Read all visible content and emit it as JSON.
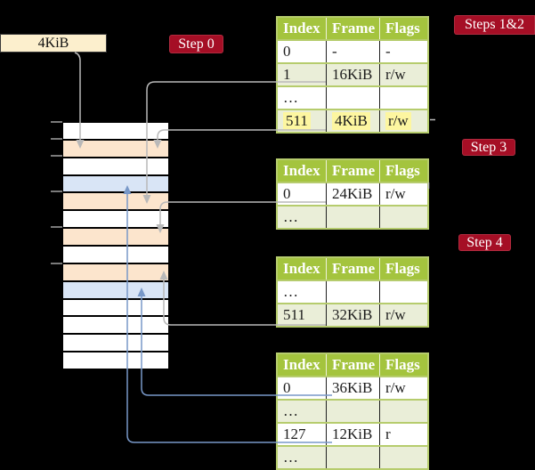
{
  "colors": {
    "background": "#000000",
    "badge_red": "#a50e25",
    "badge_text": "#ffffff",
    "table_header_green": "#a4c43e",
    "table_border_green": "#b6cc6d",
    "table_row_green": "#eaeed8",
    "table_row_white": "#ffffff",
    "highlight_yellow": "#fdf6a0",
    "memory_orange": "#fce5cd",
    "memory_blue": "#d9e5f6",
    "memory_white": "#ffffff",
    "gray_line": "#b9b9b9",
    "blue_line": "#7898c8",
    "frame_box_fill": "#fcefcd"
  },
  "labels": {
    "frame_size": "4KiB",
    "step0": "Step 0",
    "steps12": "Steps 1&2",
    "step3": "Step 3",
    "step4": "Step 4"
  },
  "memory": {
    "rows": [
      "white",
      "orange",
      "white",
      "blue",
      "orange",
      "white",
      "orange",
      "white",
      "orange",
      "blue",
      "white",
      "white",
      "white",
      "white"
    ]
  },
  "tables": [
    {
      "name": "table-steps-1-2",
      "headers": [
        "Index",
        "Frame",
        "Flags"
      ],
      "rows": [
        {
          "cells": [
            "0",
            "-",
            "-"
          ],
          "highlight": false
        },
        {
          "cells": [
            "1",
            "16KiB",
            "r/w"
          ],
          "highlight": false
        },
        {
          "cells": [
            "…",
            "",
            ""
          ],
          "highlight": false
        },
        {
          "cells": [
            "511",
            "4KiB",
            "r/w"
          ],
          "highlight": true
        }
      ]
    },
    {
      "name": "table-step-3",
      "headers": [
        "Index",
        "Frame",
        "Flags"
      ],
      "rows": [
        {
          "cells": [
            "0",
            "24KiB",
            "r/w"
          ],
          "highlight": false
        },
        {
          "cells": [
            "…",
            "",
            ""
          ],
          "highlight": false
        }
      ]
    },
    {
      "name": "table-step-4",
      "headers": [
        "Index",
        "Frame",
        "Flags"
      ],
      "rows": [
        {
          "cells": [
            "…",
            "",
            ""
          ],
          "highlight": false
        },
        {
          "cells": [
            "511",
            "32KiB",
            "r/w"
          ],
          "highlight": false
        }
      ]
    },
    {
      "name": "table-final",
      "headers": [
        "Index",
        "Frame",
        "Flags"
      ],
      "rows": [
        {
          "cells": [
            "0",
            "36KiB",
            "r/w"
          ],
          "highlight": false
        },
        {
          "cells": [
            "…",
            "",
            ""
          ],
          "highlight": false
        },
        {
          "cells": [
            "127",
            "12KiB",
            "r"
          ],
          "highlight": false
        },
        {
          "cells": [
            "…",
            "",
            ""
          ],
          "highlight": false
        }
      ]
    }
  ],
  "connections": [
    {
      "from": "frame-size-box",
      "to": "memory-row-2",
      "color": "gray"
    },
    {
      "from": "table1-row-index-1",
      "to": "memory-row-5",
      "color": "gray"
    },
    {
      "from": "table1-row-index-511",
      "to": "memory-row-2",
      "color": "gray"
    },
    {
      "from": "table2-row-index-0",
      "to": "memory-row-7",
      "color": "gray"
    },
    {
      "from": "table3-row-index-511",
      "to": "memory-row-9",
      "color": "gray"
    },
    {
      "from": "table4-row-index-0",
      "to": "memory-row-10",
      "color": "blue"
    },
    {
      "from": "table4-row-index-127",
      "to": "memory-row-4",
      "color": "blue"
    }
  ]
}
